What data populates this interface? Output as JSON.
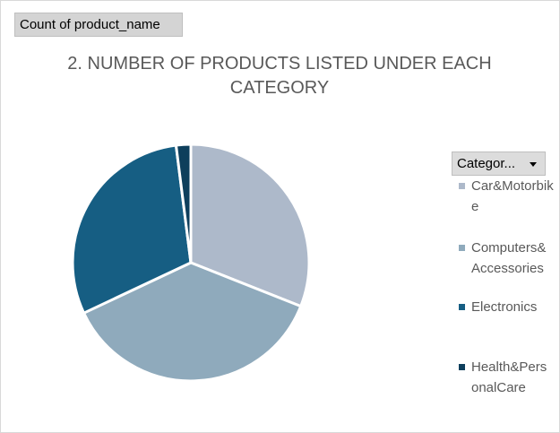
{
  "field_button": {
    "label": "Count of product_name"
  },
  "legend_filter": {
    "label": "Categor..."
  },
  "chart_data": {
    "type": "pie",
    "title": "2. NUMBER OF PRODUCTS LISTED UNDER EACH CATEGORY",
    "categories": [
      "Car&Motorbike",
      "Computers&Accessories",
      "Electronics",
      "Health&PersonalCare"
    ],
    "values": [
      31,
      37,
      30,
      2
    ],
    "colors": [
      "#adb9ca",
      "#8faabc",
      "#165e83",
      "#0e3f5c"
    ],
    "legend_position": "right"
  }
}
